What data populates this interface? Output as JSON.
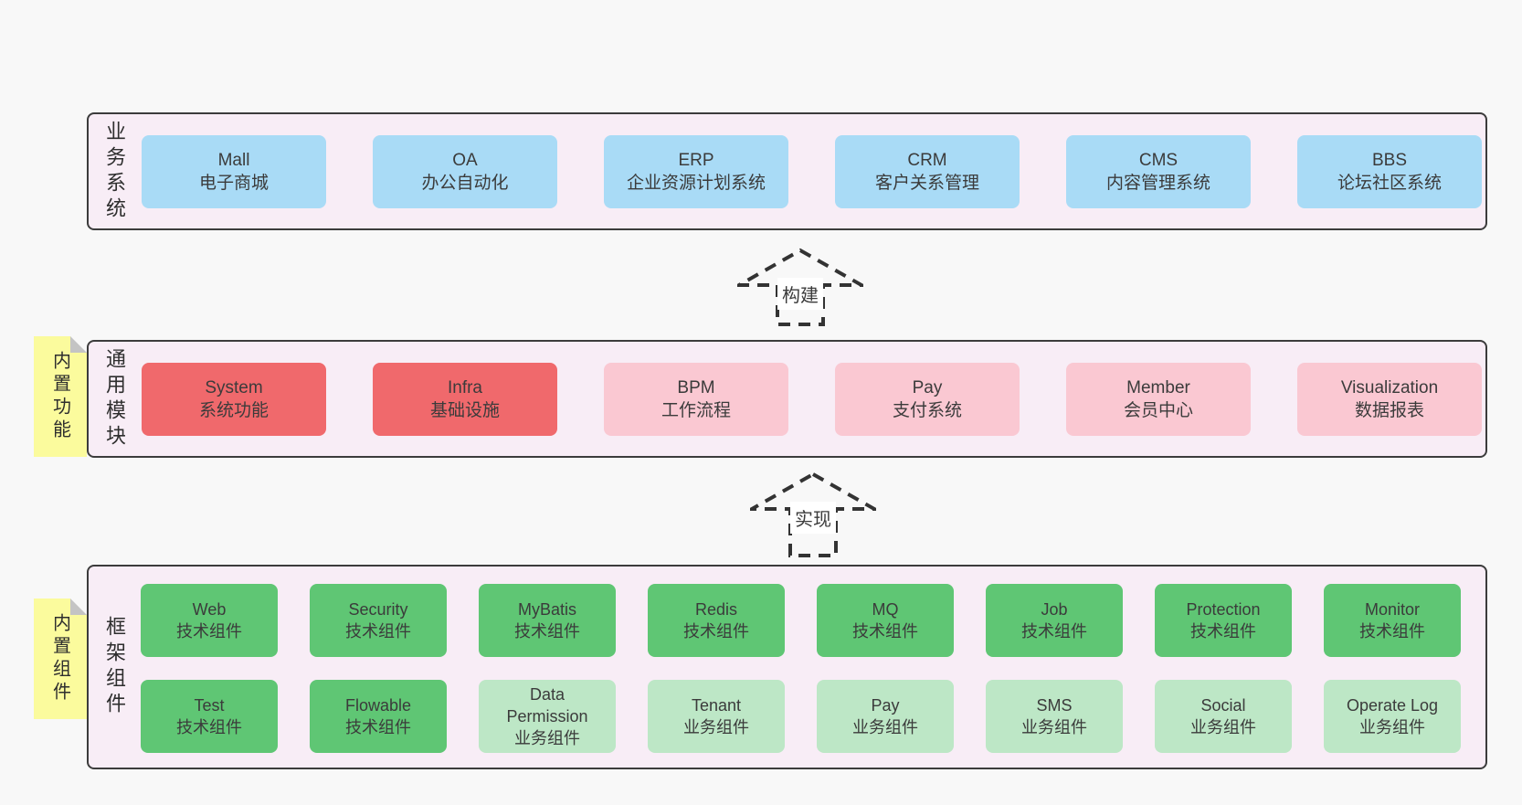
{
  "colors": {
    "page_background": "#f8f8f8",
    "panel_background": "#f8edf6",
    "panel_border": "#3c3c3c",
    "blue_box": "#a9dbf6",
    "red_box": "#f0696c",
    "pink_box": "#fac8d2",
    "green_box": "#5fc674",
    "light_green_box": "#bde7c6",
    "sticky_yellow": "#fbfb9d",
    "fold_gray": "#c4c4c4",
    "arrow_dash": "#333333",
    "text": "#3b3b3b"
  },
  "arrows": {
    "build": {
      "label": "构建"
    },
    "implement": {
      "label": "实现"
    }
  },
  "business": {
    "side_label": "业务系统",
    "boxes": [
      {
        "name": "Mall",
        "desc": "电子商城",
        "variant": "blue"
      },
      {
        "name": "OA",
        "desc": "办公自动化",
        "variant": "blue"
      },
      {
        "name": "ERP",
        "desc": "企业资源计划系统",
        "variant": "blue"
      },
      {
        "name": "CRM",
        "desc": "客户关系管理",
        "variant": "blue"
      },
      {
        "name": "CMS",
        "desc": "内容管理系统",
        "variant": "blue"
      },
      {
        "name": "BBS",
        "desc": "论坛社区系统",
        "variant": "blue"
      }
    ]
  },
  "modules": {
    "side_label": "通用模块",
    "sticky": "内置功能",
    "boxes": [
      {
        "name": "System",
        "desc": "系统功能",
        "variant": "red"
      },
      {
        "name": "Infra",
        "desc": "基础设施",
        "variant": "red"
      },
      {
        "name": "BPM",
        "desc": "工作流程",
        "variant": "pink"
      },
      {
        "name": "Pay",
        "desc": "支付系统",
        "variant": "pink"
      },
      {
        "name": "Member",
        "desc": "会员中心",
        "variant": "pink"
      },
      {
        "name": "Visualization",
        "desc": "数据报表",
        "variant": "pink"
      }
    ]
  },
  "framework": {
    "side_label": "框架组件",
    "sticky": "内置组件",
    "row1": [
      {
        "name": "Web",
        "desc": "技术组件",
        "variant": "green"
      },
      {
        "name": "Security",
        "desc": "技术组件",
        "variant": "green"
      },
      {
        "name": "MyBatis",
        "desc": "技术组件",
        "variant": "green"
      },
      {
        "name": "Redis",
        "desc": "技术组件",
        "variant": "green"
      },
      {
        "name": "MQ",
        "desc": "技术组件",
        "variant": "green"
      },
      {
        "name": "Job",
        "desc": "技术组件",
        "variant": "green"
      },
      {
        "name": "Protection",
        "desc": "技术组件",
        "variant": "green"
      },
      {
        "name": "Monitor",
        "desc": "技术组件",
        "variant": "green"
      }
    ],
    "row2": [
      {
        "name": "Test",
        "desc": "技术组件",
        "variant": "green"
      },
      {
        "name": "Flowable",
        "desc": "技术组件",
        "variant": "green"
      },
      {
        "name": "Data Permission",
        "desc": "业务组件",
        "variant": "light-green"
      },
      {
        "name": "Tenant",
        "desc": "业务组件",
        "variant": "light-green"
      },
      {
        "name": "Pay",
        "desc": "业务组件",
        "variant": "light-green"
      },
      {
        "name": "SMS",
        "desc": "业务组件",
        "variant": "light-green"
      },
      {
        "name": "Social",
        "desc": "业务组件",
        "variant": "light-green"
      },
      {
        "name": "Operate Log",
        "desc": "业务组件",
        "variant": "light-green"
      }
    ]
  }
}
